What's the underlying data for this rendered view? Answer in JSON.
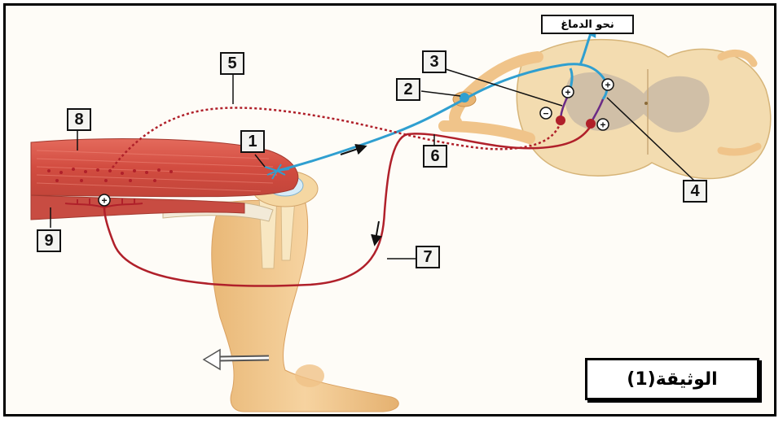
{
  "labels": {
    "n1": "1",
    "n2": "2",
    "n3": "3",
    "n4": "4",
    "n5": "5",
    "n6": "6",
    "n7": "7",
    "n8": "8",
    "n9": "9"
  },
  "brain_label": "نحو الدماغ",
  "document_title": "الوثيقة(1)",
  "synapse_signs": {
    "plus": "+",
    "minus": "−"
  },
  "colors": {
    "sensory_neuron": "#2f9fd0",
    "motor_neuron": "#b0202a",
    "interneuron": "#6a2a86",
    "muscle": "#d9574a",
    "skin": "#f2c990",
    "spinal_cord": "#f3dcb0"
  }
}
